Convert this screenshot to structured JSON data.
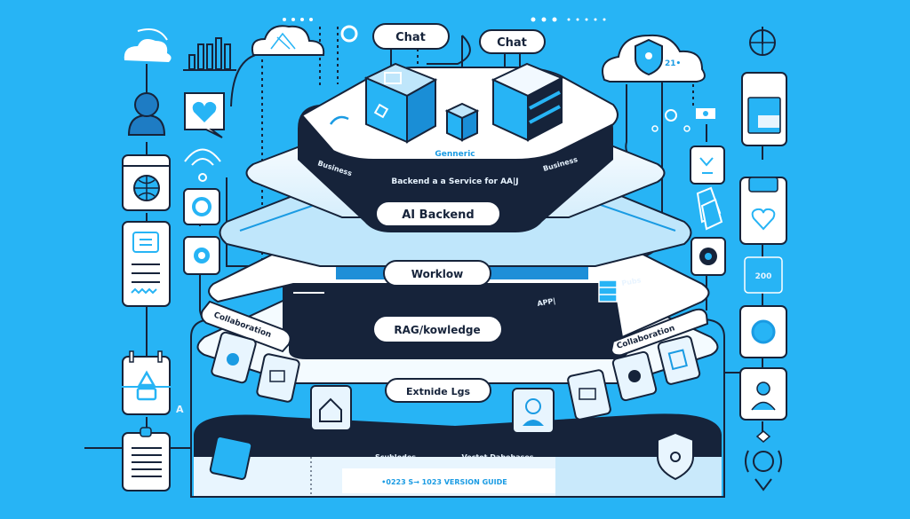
{
  "title": "AI Backend Architecture Stack Illustration",
  "colors": {
    "background": "#27b4f5",
    "navy": "#16233a",
    "accent": "#1a9be3",
    "panel": "#f2f9ff",
    "light": "#bfe6fb"
  },
  "top_labels": {
    "chat_left": "Chat",
    "chat_right": "Chat"
  },
  "layer1": {
    "business_left": "Business",
    "business_right": "Business",
    "generic": "Genneric",
    "subtitle": "Backend a a Service for AA|J",
    "pill": "AI Backend"
  },
  "layer2": {
    "pill": "Worklow",
    "api_label": "APP|",
    "pubs_label": "Pubs"
  },
  "layer3": {
    "pill": "RAG/kowledge",
    "collab_left": "Collaboration",
    "collab_right": "Collaboration"
  },
  "layer4": {
    "pill": "Extnide Lgs",
    "sub_left": "Scublodes",
    "sub_right": "Vectot Dabebases",
    "footer": "•0223 S→ 1023 VERSION GUIDE"
  },
  "side_text": {
    "cloud_number": "21•",
    "badge_year": "200",
    "left_letter": "A"
  },
  "icons": {
    "left_column": [
      "cloud-icon",
      "bar-chart-icon",
      "user-icon",
      "heart-chat-icon",
      "wifi-icon",
      "globe-card-icon",
      "settings-card-icon",
      "document-card-icon",
      "gear-card-icon",
      "calendar-icon",
      "clipboard-icon"
    ],
    "right_column": [
      "shield-cloud-icon",
      "globe-icon",
      "calendar-card-icon",
      "robot-card-icon",
      "lock-heart-icon",
      "tags-icon",
      "gear-card-icon",
      "badge-icon",
      "target-card-icon",
      "person-card-icon",
      "signal-icon"
    ]
  }
}
